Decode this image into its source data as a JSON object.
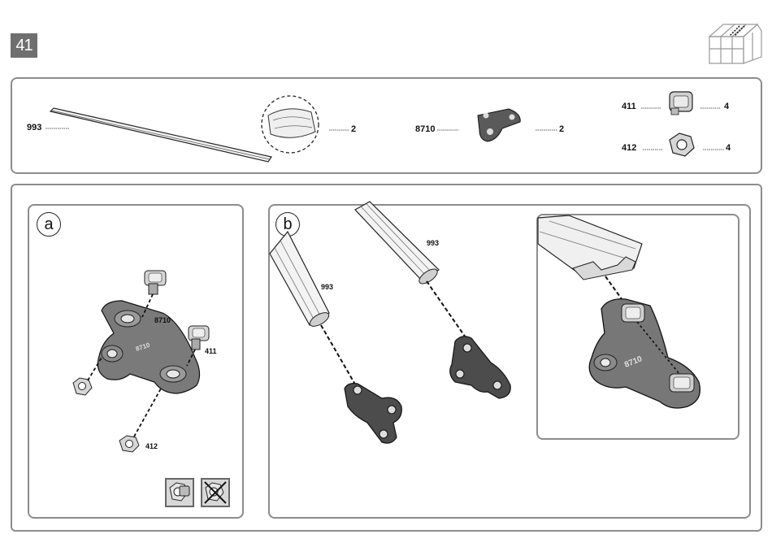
{
  "step": {
    "number": "41"
  },
  "parts_list": {
    "rail": {
      "code": "993",
      "qty": "2"
    },
    "bracket": {
      "code": "8710",
      "qty": "2"
    },
    "bolt": {
      "code": "411",
      "qty": "4"
    },
    "nut": {
      "code": "412",
      "qty": "4"
    }
  },
  "substep_a": {
    "letter": "a",
    "bracket_label": "8710",
    "bolt_label": "411",
    "nut_label": "412"
  },
  "substep_b": {
    "letter": "b",
    "rail_label_1": "993",
    "rail_label_2": "993"
  },
  "icons": [
    "greenhouse-icon",
    "bolt-in-nut-icon",
    "wrong-assembly-icon"
  ]
}
